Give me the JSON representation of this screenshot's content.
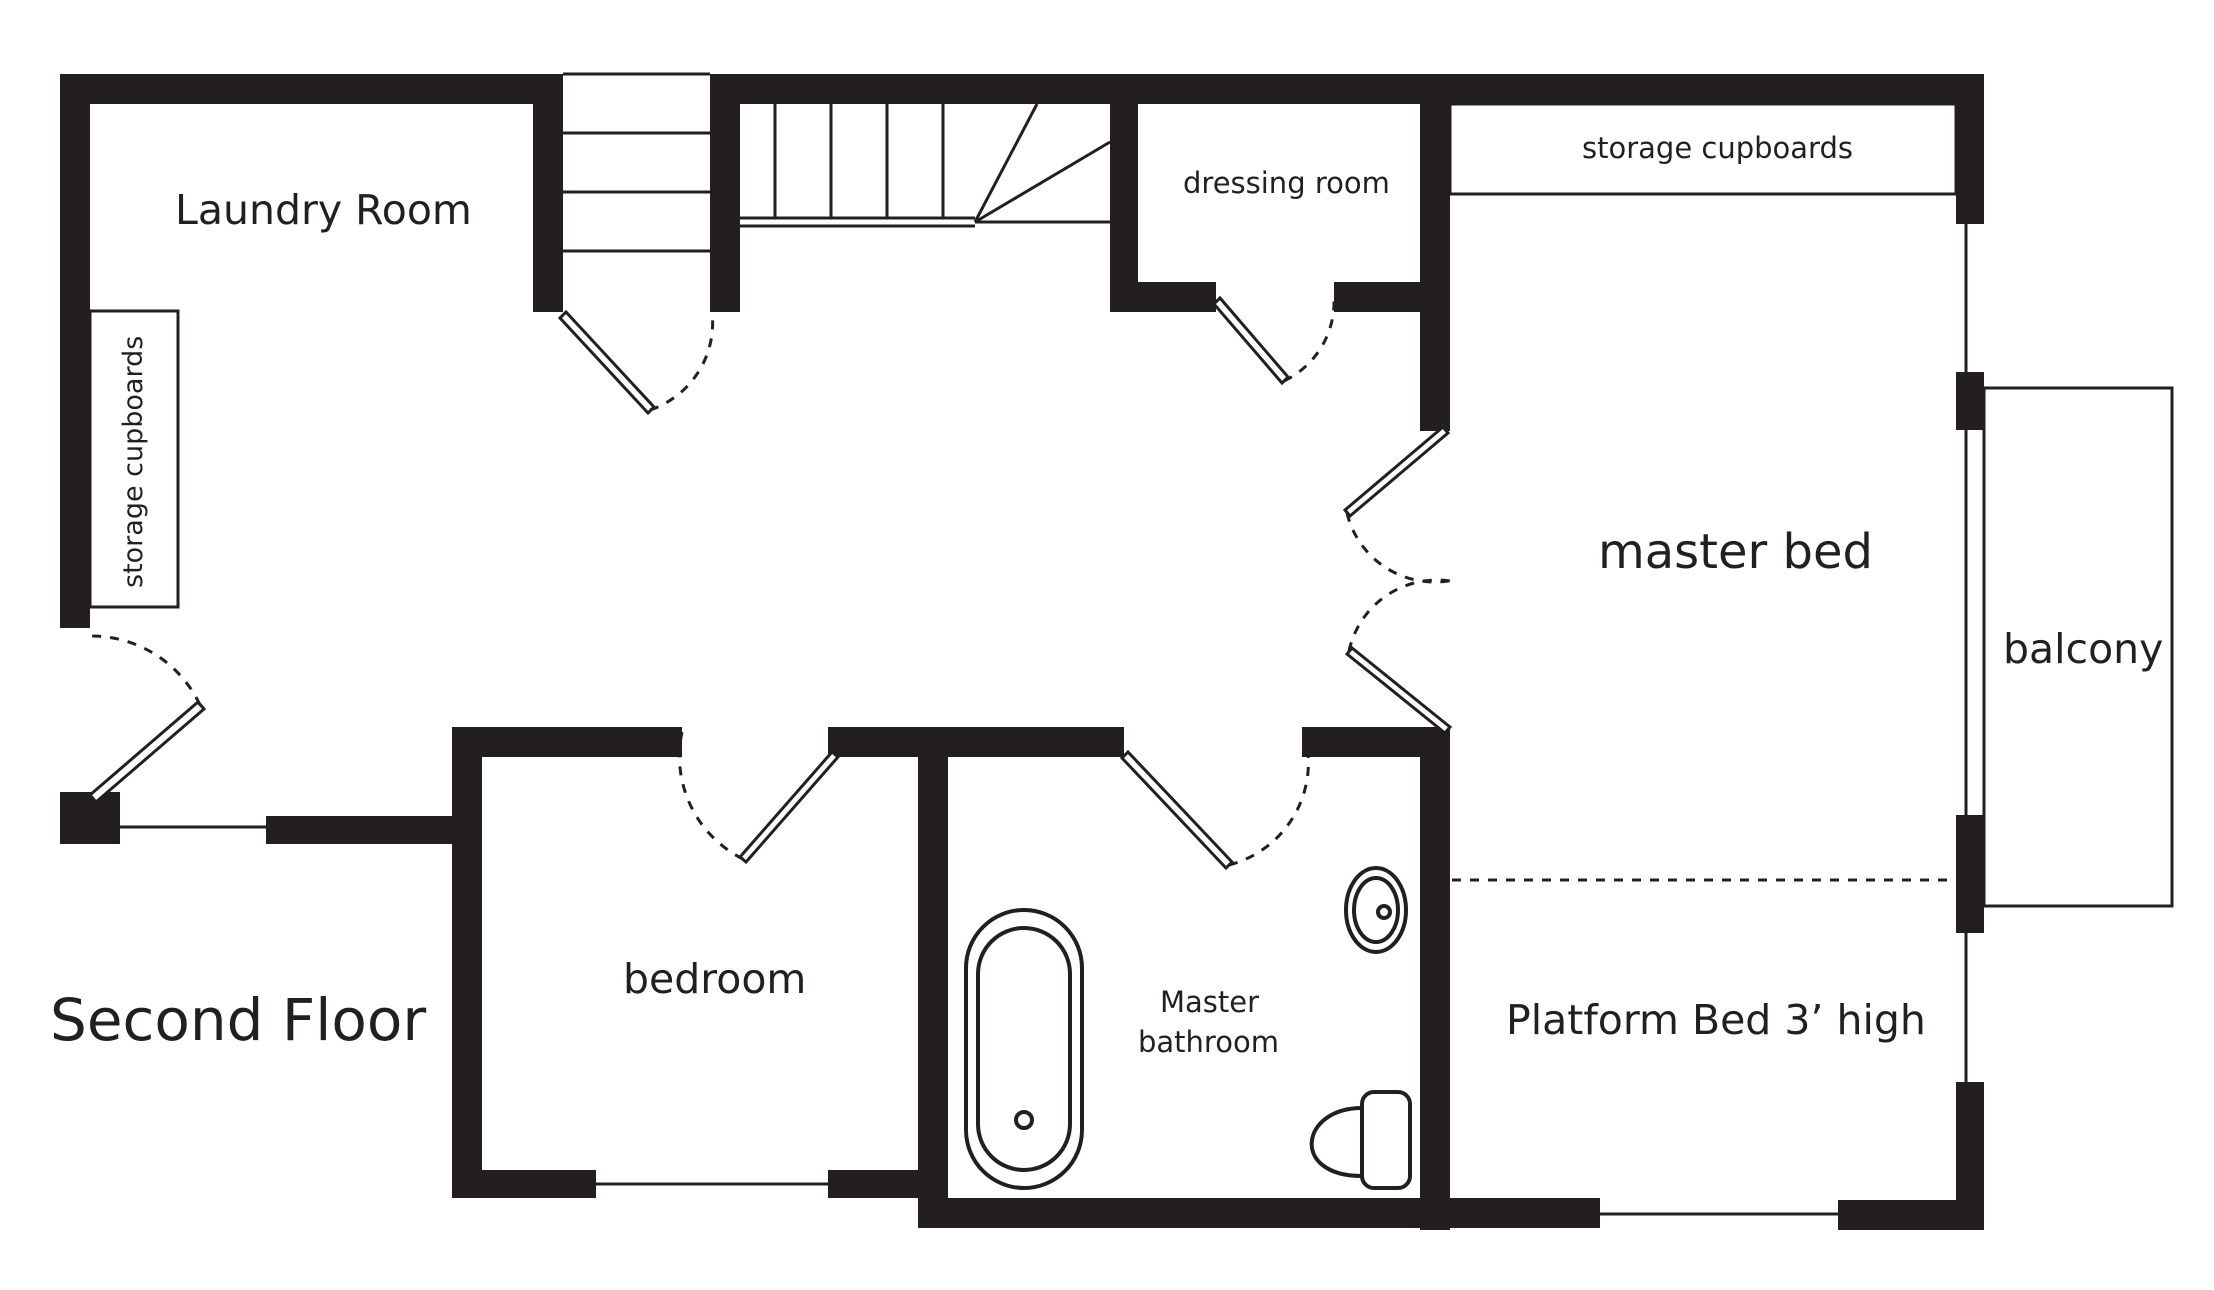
{
  "plan": {
    "title": "Second Floor",
    "colors": {
      "wall": "#231f20",
      "background": "#ffffff"
    },
    "rooms": {
      "laundry": "Laundry Room",
      "laundry_storage": "storage cupboards",
      "dressing": "dressing room",
      "master_storage": "storage cupboards",
      "master_bed": "master bed",
      "balcony": "balcony",
      "bedroom": "bedroom",
      "bath_line1": "Master",
      "bath_line2": "bathroom",
      "platform": "Platform Bed 3’ high"
    }
  }
}
